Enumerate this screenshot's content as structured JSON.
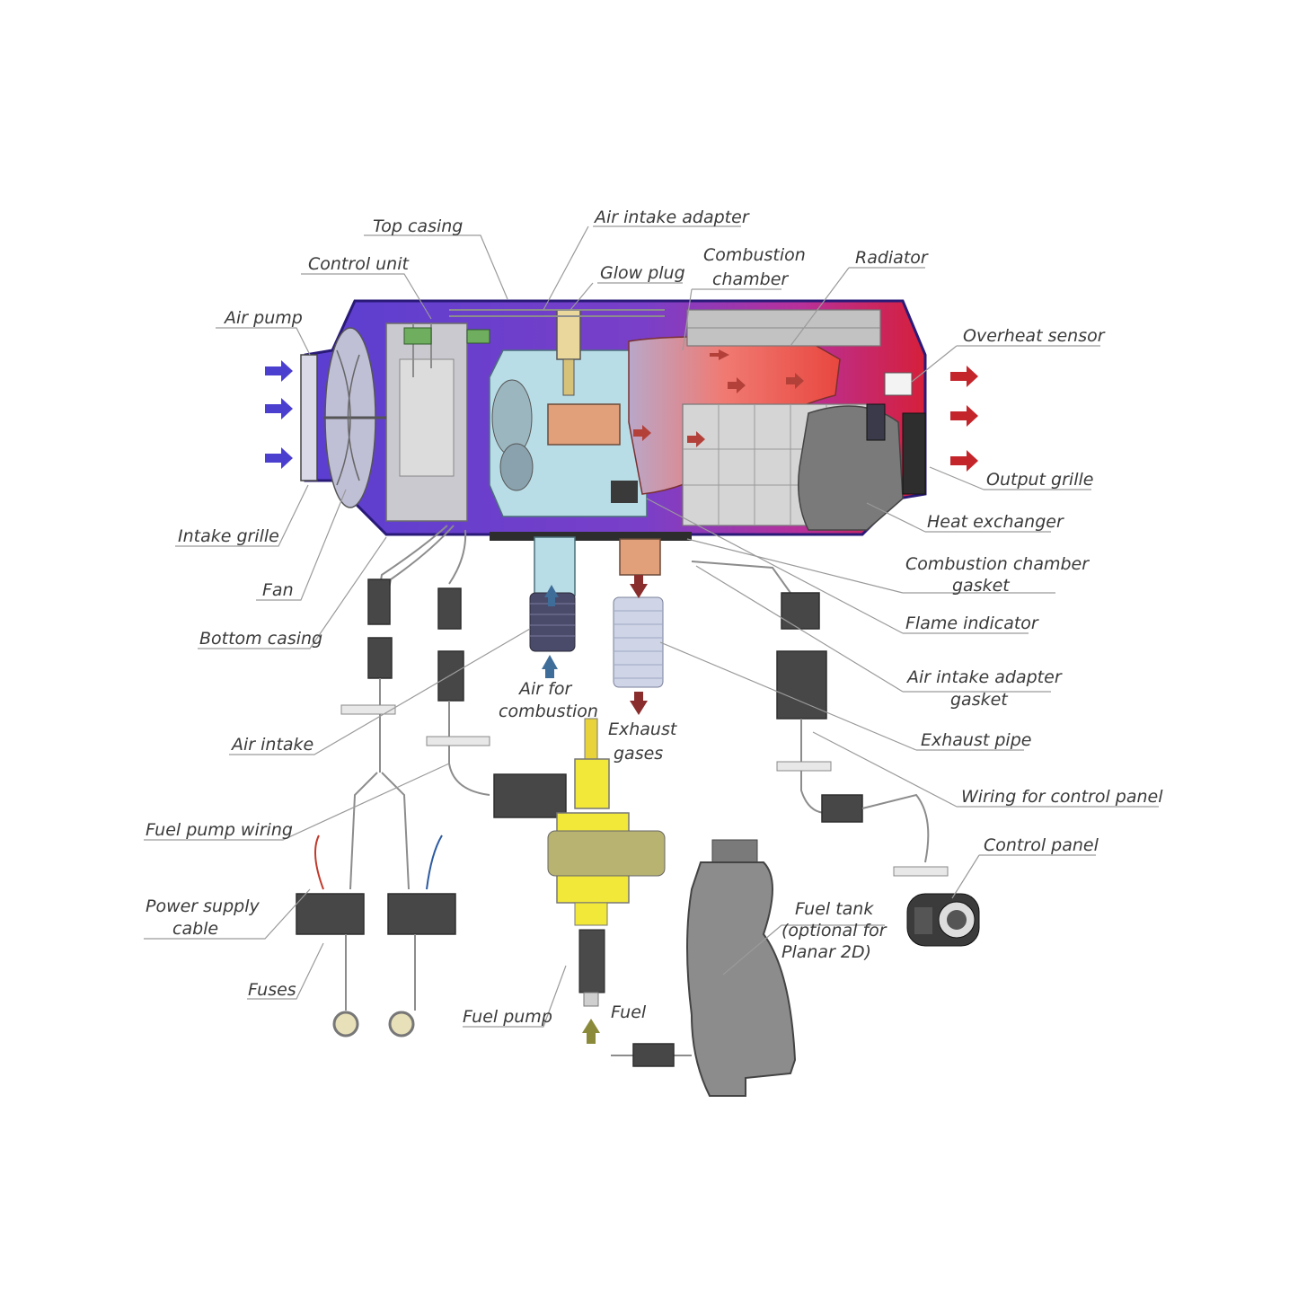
{
  "labels": {
    "top_casing": "Top casing",
    "air_intake_adapter": "Air intake adapter",
    "control_unit": "Control unit",
    "glow_plug": "Glow plug",
    "combustion_chamber_1": "Combustion",
    "combustion_chamber_2": "chamber",
    "radiator": "Radiator",
    "air_pump": "Air pump",
    "overheat_sensor": "Overheat sensor",
    "output_grille": "Output grille",
    "heat_exchanger": "Heat exchanger",
    "intake_grille": "Intake grille",
    "fan": "Fan",
    "bottom_casing": "Bottom casing",
    "cc_gasket_1": "Combustion chamber",
    "cc_gasket_2": "gasket",
    "flame_indicator": "Flame indicator",
    "aia_gasket_1": "Air intake adapter",
    "aia_gasket_2": "gasket",
    "air_for_combustion_1": "Air for",
    "air_for_combustion_2": "combustion",
    "exhaust_gases_1": "Exhaust",
    "exhaust_gases_2": "gases",
    "exhaust_pipe": "Exhaust pipe",
    "air_intake": "Air intake",
    "wiring_control_panel": "Wiring for control panel",
    "fuel_pump_wiring": "Fuel pump wiring",
    "control_panel": "Control panel",
    "power_supply_1": "Power supply",
    "power_supply_2": "cable",
    "fuel_tank_1": "Fuel tank",
    "fuel_tank_2": "(optional for",
    "fuel_tank_3": "Planar 2D)",
    "fuses": "Fuses",
    "fuel_pump": "Fuel pump",
    "fuel": "Fuel"
  },
  "colors": {
    "housing": "#5a3fd0",
    "housing_outline": "#2a1a78",
    "hot": "#e8473f",
    "inlet_arrow": "#4b3fcf",
    "outlet_arrow": "#c4252b",
    "fuel_pump": "#f2e83a",
    "air_flow": "#3f6d9a",
    "exhaust_flow": "#8a2d2d"
  }
}
